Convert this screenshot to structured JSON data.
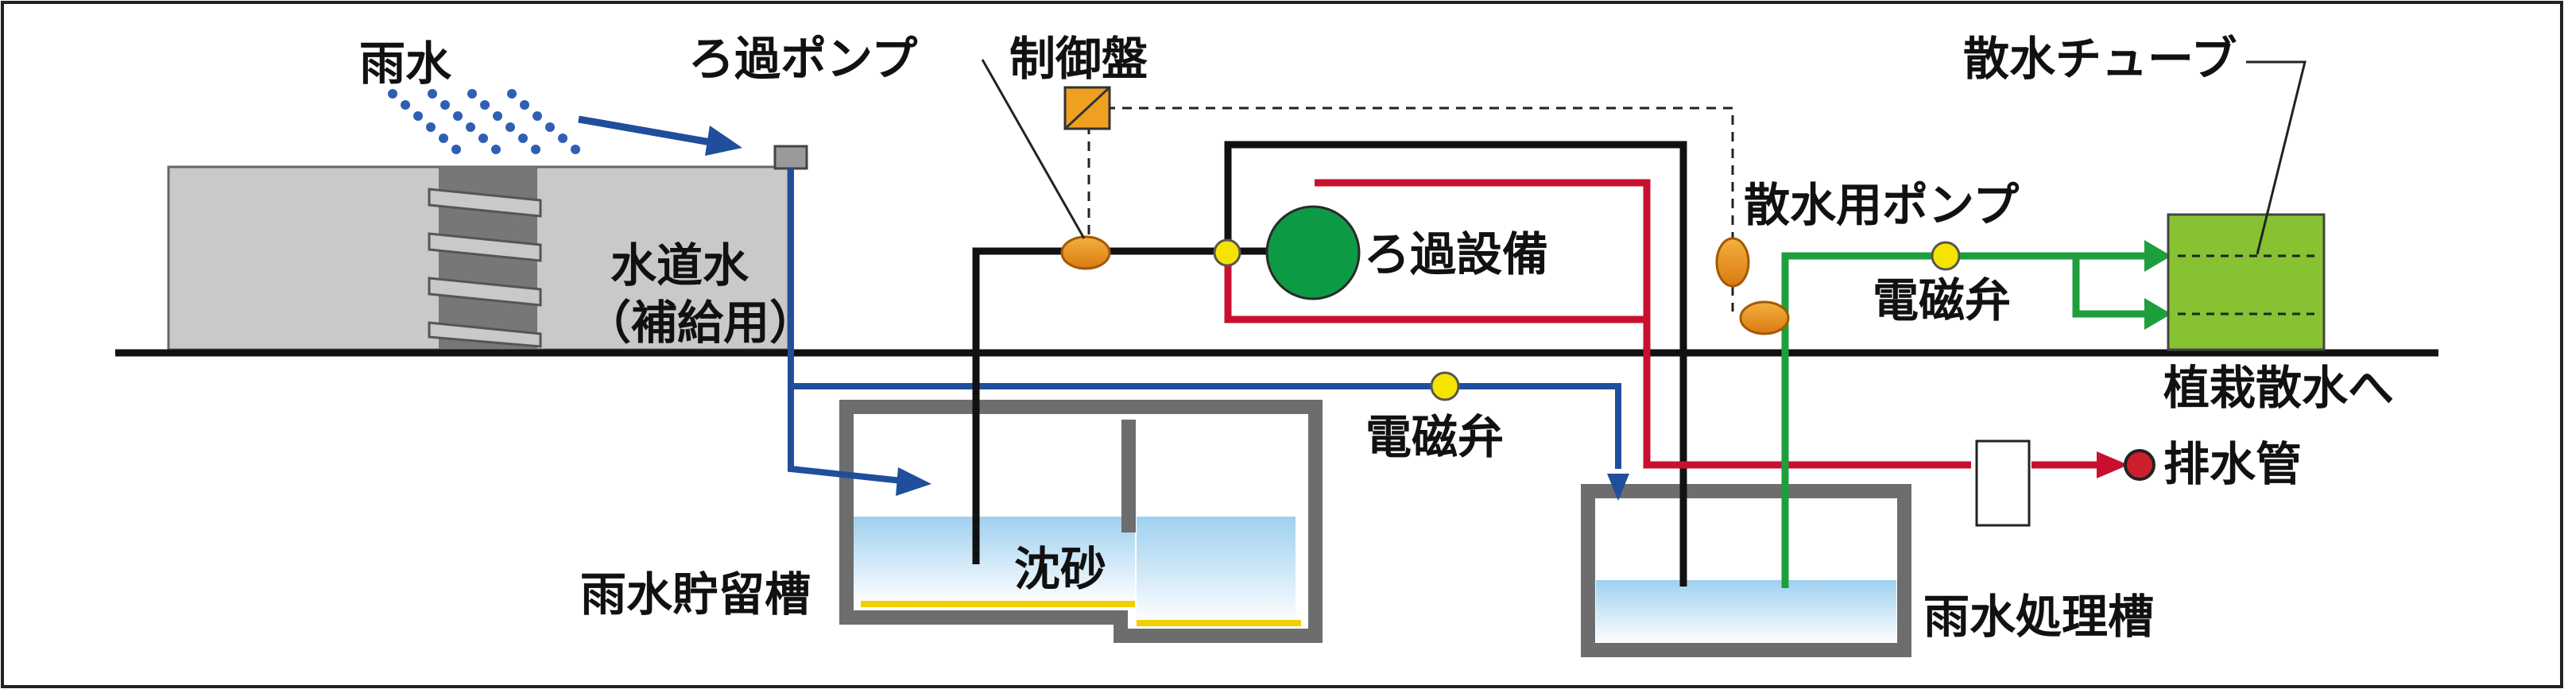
{
  "labels": {
    "rain": "雨水",
    "filter_pump": "ろ過ポンプ",
    "control_panel": "制御盤",
    "sprinkler_tube": "散水チューブ",
    "city_water": "水道水",
    "city_water_sub": "（補給用）",
    "filtration_equipment": "ろ過設備",
    "sprinkler_pump": "散水用ポンプ",
    "solenoid_valve_top": "電磁弁",
    "solenoid_valve_mid": "電磁弁",
    "to_planting": "植栽散水へ",
    "drain_pipe": "排水管",
    "rain_storage_tank": "雨水貯留槽",
    "sedimentation": "沈砂",
    "rain_treatment_tank": "雨水処理槽"
  },
  "colors": {
    "city_water_line": "#1f4e9c",
    "filter_line": "#111111",
    "return_line": "#c8102e",
    "sprinkler_line": "#1e9e3c",
    "pump": "#e8901a",
    "valve": "#f5e400",
    "filter_unit": "#0d9a44",
    "sprinkler_box": "#86c232",
    "drain_dot": "#cc1f2b",
    "tank_wall": "#6d6d6d",
    "building": "#c8c9c9"
  }
}
